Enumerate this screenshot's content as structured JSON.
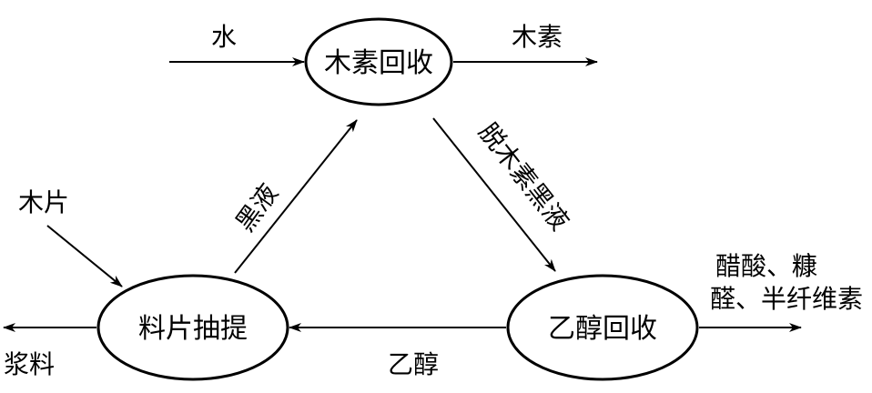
{
  "nodes": {
    "lignin_recovery": "木素回收",
    "chip_extraction": "料片抽提",
    "ethanol_recovery": "乙醇回收"
  },
  "labels": {
    "water_in": "水",
    "lignin_out": "木素",
    "chips_in": "木片",
    "pulp_out": "浆料",
    "black_liquor": "黑液",
    "delignified_black_liquor": "脱木素黑液",
    "ethanol": "乙醇",
    "byproducts_line1": "醋酸、糠",
    "byproducts_line2": "醛、半纤维素"
  }
}
